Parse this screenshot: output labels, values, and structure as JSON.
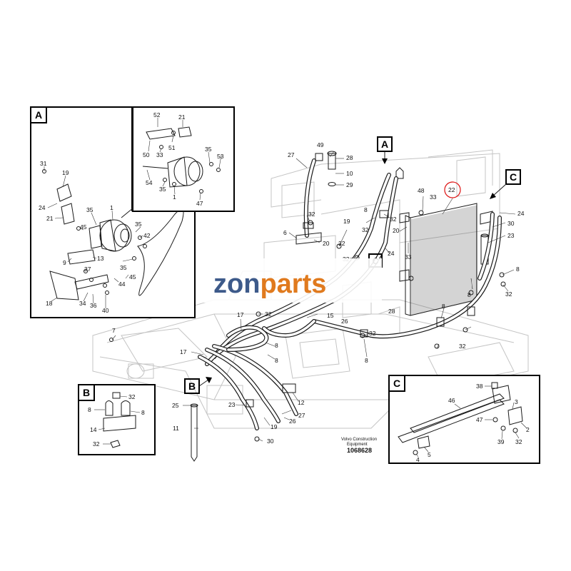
{
  "watermark": {
    "part1": "zon",
    "part2": "parts",
    "color1": "#3d5a8a",
    "color2": "#e07a1e"
  },
  "credit": {
    "line1": "Volvo Construction",
    "line2": "Equipment",
    "drawing_no": "1068628"
  },
  "detail_letters": {
    "a": "A",
    "b": "B",
    "c": "C"
  },
  "main_labels": [
    {
      "id": "m27",
      "t": "27"
    },
    {
      "id": "m49",
      "t": "49"
    },
    {
      "id": "m28",
      "t": "28"
    },
    {
      "id": "m10",
      "t": "10"
    },
    {
      "id": "m29",
      "t": "29"
    },
    {
      "id": "m48",
      "t": "48"
    },
    {
      "id": "m33a",
      "t": "33"
    },
    {
      "id": "m22",
      "t": "22"
    },
    {
      "id": "m24a",
      "t": "24"
    },
    {
      "id": "m30a",
      "t": "30"
    },
    {
      "id": "m23a",
      "t": "23"
    },
    {
      "id": "m8a",
      "t": "8"
    },
    {
      "id": "m32a",
      "t": "32"
    },
    {
      "id": "m8b",
      "t": "8"
    },
    {
      "id": "m32b",
      "t": "32"
    },
    {
      "id": "m20a",
      "t": "20"
    },
    {
      "id": "m33b",
      "t": "33"
    },
    {
      "id": "m24b",
      "t": "24"
    },
    {
      "id": "m28b",
      "t": "28"
    },
    {
      "id": "m26",
      "t": "26"
    },
    {
      "id": "m8c",
      "t": "8"
    },
    {
      "id": "m32c",
      "t": "32"
    },
    {
      "id": "m8d",
      "t": "8"
    },
    {
      "id": "m32d",
      "t": "32"
    },
    {
      "id": "m8e",
      "t": "8"
    },
    {
      "id": "m19a",
      "t": "19"
    },
    {
      "id": "m32e",
      "t": "32"
    },
    {
      "id": "m32f",
      "t": "32"
    },
    {
      "id": "m6",
      "t": "6"
    },
    {
      "id": "m20b",
      "t": "20"
    },
    {
      "id": "m32g",
      "t": "32"
    },
    {
      "id": "m32h",
      "t": "32"
    },
    {
      "id": "m17a",
      "t": "17"
    },
    {
      "id": "m32i",
      "t": "32"
    },
    {
      "id": "m15",
      "t": "15"
    },
    {
      "id": "m7",
      "t": "7"
    },
    {
      "id": "m8f",
      "t": "8"
    },
    {
      "id": "m17b",
      "t": "17"
    },
    {
      "id": "m8g",
      "t": "8"
    },
    {
      "id": "m12",
      "t": "12"
    },
    {
      "id": "m25",
      "t": "25"
    },
    {
      "id": "m23b",
      "t": "23"
    },
    {
      "id": "m27b",
      "t": "27"
    },
    {
      "id": "m19b",
      "t": "19"
    },
    {
      "id": "m26b",
      "t": "26"
    },
    {
      "id": "m11",
      "t": "11"
    },
    {
      "id": "m30b",
      "t": "30"
    }
  ],
  "detail_a_labels": [
    {
      "id": "a31",
      "t": "31"
    },
    {
      "id": "a19",
      "t": "19"
    },
    {
      "id": "a24",
      "t": "24"
    },
    {
      "id": "a21",
      "t": "21"
    },
    {
      "id": "a35a",
      "t": "35"
    },
    {
      "id": "a1",
      "t": "1"
    },
    {
      "id": "a45a",
      "t": "45"
    },
    {
      "id": "a13",
      "t": "13"
    },
    {
      "id": "a35b",
      "t": "35"
    },
    {
      "id": "a42",
      "t": "42"
    },
    {
      "id": "a9",
      "t": "9"
    },
    {
      "id": "a37",
      "t": "37"
    },
    {
      "id": "a35c",
      "t": "35"
    },
    {
      "id": "a45b",
      "t": "45"
    },
    {
      "id": "a44",
      "t": "44"
    },
    {
      "id": "a18",
      "t": "18"
    },
    {
      "id": "a34",
      "t": "34"
    },
    {
      "id": "a36",
      "t": "36"
    },
    {
      "id": "a40",
      "t": "40"
    },
    {
      "id": "i52",
      "t": "52"
    },
    {
      "id": "i21",
      "t": "21"
    },
    {
      "id": "i51",
      "t": "51"
    },
    {
      "id": "i50",
      "t": "50"
    },
    {
      "id": "i33",
      "t": "33"
    },
    {
      "id": "i35a",
      "t": "35"
    },
    {
      "id": "i53",
      "t": "53"
    },
    {
      "id": "i54",
      "t": "54"
    },
    {
      "id": "i35b",
      "t": "35"
    },
    {
      "id": "i1",
      "t": "1"
    },
    {
      "id": "i47",
      "t": "47"
    }
  ],
  "detail_b_labels": [
    {
      "id": "b32a",
      "t": "32"
    },
    {
      "id": "b8a",
      "t": "8"
    },
    {
      "id": "b8b",
      "t": "8"
    },
    {
      "id": "b14",
      "t": "14"
    },
    {
      "id": "b32b",
      "t": "32"
    }
  ],
  "detail_c_labels": [
    {
      "id": "c38",
      "t": "38"
    },
    {
      "id": "c46",
      "t": "46"
    },
    {
      "id": "c3",
      "t": "3"
    },
    {
      "id": "c47",
      "t": "47"
    },
    {
      "id": "c2",
      "t": "2"
    },
    {
      "id": "c4",
      "t": "4"
    },
    {
      "id": "c5",
      "t": "5"
    },
    {
      "id": "c39",
      "t": "39"
    },
    {
      "id": "c32",
      "t": "32"
    }
  ]
}
